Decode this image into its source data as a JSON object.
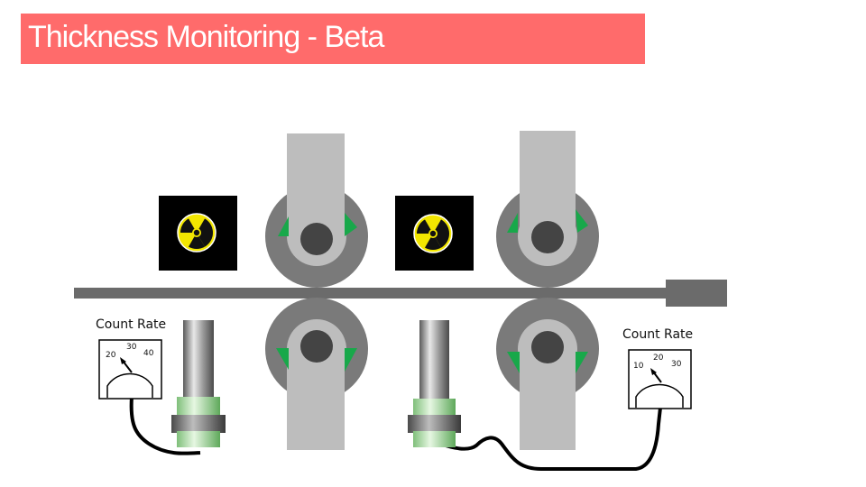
{
  "slide": {
    "title": "Thickness Monitoring - Beta"
  },
  "meters": {
    "left": {
      "label": "Count Rate",
      "scale": [
        "20",
        "30",
        "40"
      ]
    },
    "right": {
      "label": "Count Rate",
      "scale": [
        "10",
        "20",
        "30"
      ]
    }
  },
  "colors": {
    "title_background": "#ff6b6b",
    "roller_outer": "#7a7a7a",
    "roller_ring": "#bdbdbd",
    "roller_hub": "#444444",
    "direction_arrow": "#18a84a",
    "sheet": "#6b6b6b",
    "source_box": "#000000",
    "radiation_symbol": "#f2e600",
    "detector_band": "#9ed49a"
  },
  "icons": [
    "radiation-icon",
    "meter-needle-icon",
    "rotation-arrow-icon"
  ]
}
